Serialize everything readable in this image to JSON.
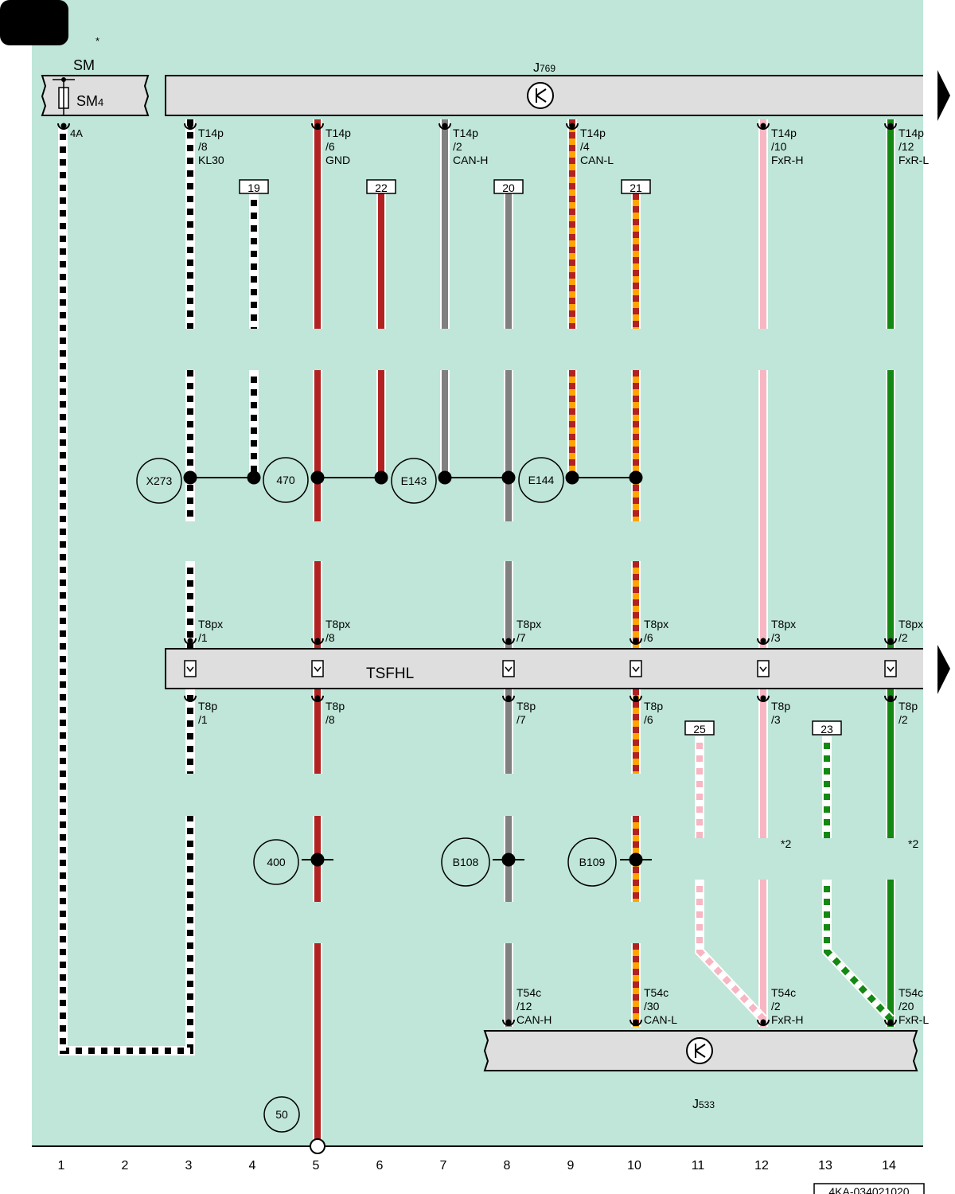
{
  "page": {
    "top_note": "*",
    "doc_number": "4KA-034021020"
  },
  "components": {
    "sm": {
      "label": "SM",
      "fuse_name": "SM",
      "fuse_sub": "4",
      "fuse_rating": "4A"
    },
    "j769": {
      "name": "J",
      "sub": "769"
    },
    "tsfhl": {
      "name": "TSFHL"
    },
    "j533": {
      "name": "J",
      "sub": "533"
    }
  },
  "j769_pins": [
    {
      "col": 3,
      "conn": "T14p",
      "pin": "/8",
      "signal": "KL30"
    },
    {
      "col": 5,
      "conn": "T14p",
      "pin": "/6",
      "signal": "GND"
    },
    {
      "col": 7,
      "conn": "T14p",
      "pin": "/2",
      "signal": "CAN-H"
    },
    {
      "col": 9,
      "conn": "T14p",
      "pin": "/4",
      "signal": "CAN-L"
    },
    {
      "col": 12,
      "conn": "T14p",
      "pin": "/10",
      "signal": "FxR-H"
    },
    {
      "col": 14,
      "conn": "T14p",
      "pin": "/12",
      "signal": "FxR-L"
    }
  ],
  "tsfhl_top_pins": [
    {
      "col": 3,
      "conn": "T8px",
      "pin": "/1"
    },
    {
      "col": 5,
      "conn": "T8px",
      "pin": "/8"
    },
    {
      "col": 8,
      "conn": "T8px",
      "pin": "/7"
    },
    {
      "col": 10,
      "conn": "T8px",
      "pin": "/6"
    },
    {
      "col": 12,
      "conn": "T8px",
      "pin": "/3"
    },
    {
      "col": 14,
      "conn": "T8px",
      "pin": "/2"
    }
  ],
  "tsfhl_bottom_pins": [
    {
      "col": 3,
      "conn": "T8p",
      "pin": "/1"
    },
    {
      "col": 5,
      "conn": "T8p",
      "pin": "/8"
    },
    {
      "col": 8,
      "conn": "T8p",
      "pin": "/7"
    },
    {
      "col": 10,
      "conn": "T8p",
      "pin": "/6"
    },
    {
      "col": 12,
      "conn": "T8p",
      "pin": "/3"
    },
    {
      "col": 14,
      "conn": "T8p",
      "pin": "/2"
    }
  ],
  "j533_pins": [
    {
      "col": 8,
      "conn": "T54c",
      "pin": "/12",
      "signal": "CAN-H"
    },
    {
      "col": 10,
      "conn": "T54c",
      "pin": "/30",
      "signal": "CAN-L"
    },
    {
      "col": 12,
      "conn": "T54c",
      "pin": "/2",
      "signal": "FxR-H"
    },
    {
      "col": 14,
      "conn": "T54c",
      "pin": "/20",
      "signal": "FxR-L"
    }
  ],
  "page_refs": [
    {
      "col": 4,
      "label": "19"
    },
    {
      "col": 6,
      "label": "22"
    },
    {
      "col": 8,
      "label": "20"
    },
    {
      "col": 10,
      "label": "21"
    },
    {
      "col": 11,
      "label": "25"
    },
    {
      "col": 13,
      "label": "23"
    }
  ],
  "junctions": [
    {
      "label": "X273"
    },
    {
      "label": "470"
    },
    {
      "label": "E143"
    },
    {
      "label": "E144"
    },
    {
      "label": "400"
    },
    {
      "label": "B108"
    },
    {
      "label": "B109"
    },
    {
      "label": "50"
    }
  ],
  "notes": [
    {
      "col": 12,
      "label": "*2"
    },
    {
      "col": 14,
      "label": "*2"
    }
  ],
  "wire_colors": {
    "black": "#000000",
    "white": "#ffffff",
    "red": "#b22222",
    "grey": "#808080",
    "orange": "#ffa500",
    "pink": "#f7b6c2",
    "green": "#138813",
    "background": "#bfe6d8",
    "component_fill": "#dedede"
  },
  "column_numbers": [
    "1",
    "2",
    "3",
    "4",
    "5",
    "6",
    "7",
    "8",
    "9",
    "10",
    "11",
    "12",
    "13",
    "14"
  ]
}
